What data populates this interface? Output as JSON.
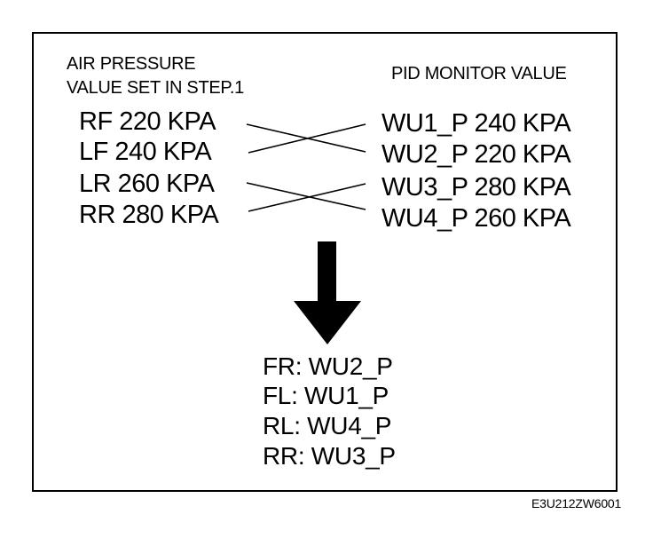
{
  "header": {
    "left_line1": "AIR PRESSURE",
    "left_line2": "VALUE SET IN STEP.1",
    "right": "PID MONITOR VALUE"
  },
  "set_values": [
    "RF 220 KPA",
    "LF 240 KPA",
    "LR 260 KPA",
    "RR 280 KPA"
  ],
  "monitor_values": [
    "WU1_P 240 KPA",
    "WU2_P 220 KPA",
    "WU3_P 280 KPA",
    "WU4_P 260 KPA"
  ],
  "results": [
    "FR: WU2_P",
    "FL: WU1_P",
    "RL: WU4_P",
    "RR: WU3_P"
  ],
  "figure_code": "E3U212ZW6001"
}
